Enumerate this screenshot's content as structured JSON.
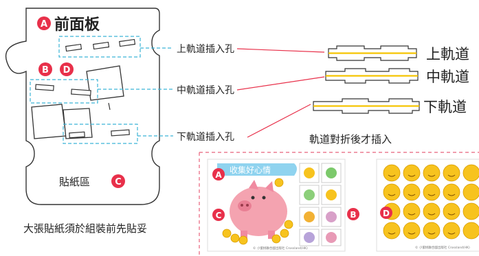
{
  "panel": {
    "title_letter": "A",
    "title": "前面板",
    "badge_b": "B",
    "badge_d": "D",
    "sticker_area_label": "貼紙區",
    "badge_c": "C"
  },
  "callouts": {
    "upper": "上軌道插入孔",
    "middle": "中軌道插入孔",
    "lower": "下軌道插入孔"
  },
  "rails": {
    "upper": "上軌道",
    "middle": "中軌道",
    "lower": "下軌道",
    "fold_note": "軌道對折後才插入"
  },
  "note": "大張貼紙須於組裝前先貼妥",
  "sheet1": {
    "badge_a": "A",
    "badge_b": "B",
    "badge_c": "C",
    "banner": "收集好心情",
    "footer": "© 小蜜桃聯合國出版社 Crossland(HK)"
  },
  "sheet2": {
    "badge_d": "D",
    "footer": "© 小蜜桃聯合國出版社 Crossland(HK)"
  },
  "colors": {
    "badge": "#e8304a",
    "dash_blue": "#3bb3d6",
    "dash_pink": "#e8607a",
    "callout_line": "#e8304a",
    "rail_yellow": "#f5c400",
    "pig": "#f4a3b0",
    "coin": "#f7c31e"
  }
}
